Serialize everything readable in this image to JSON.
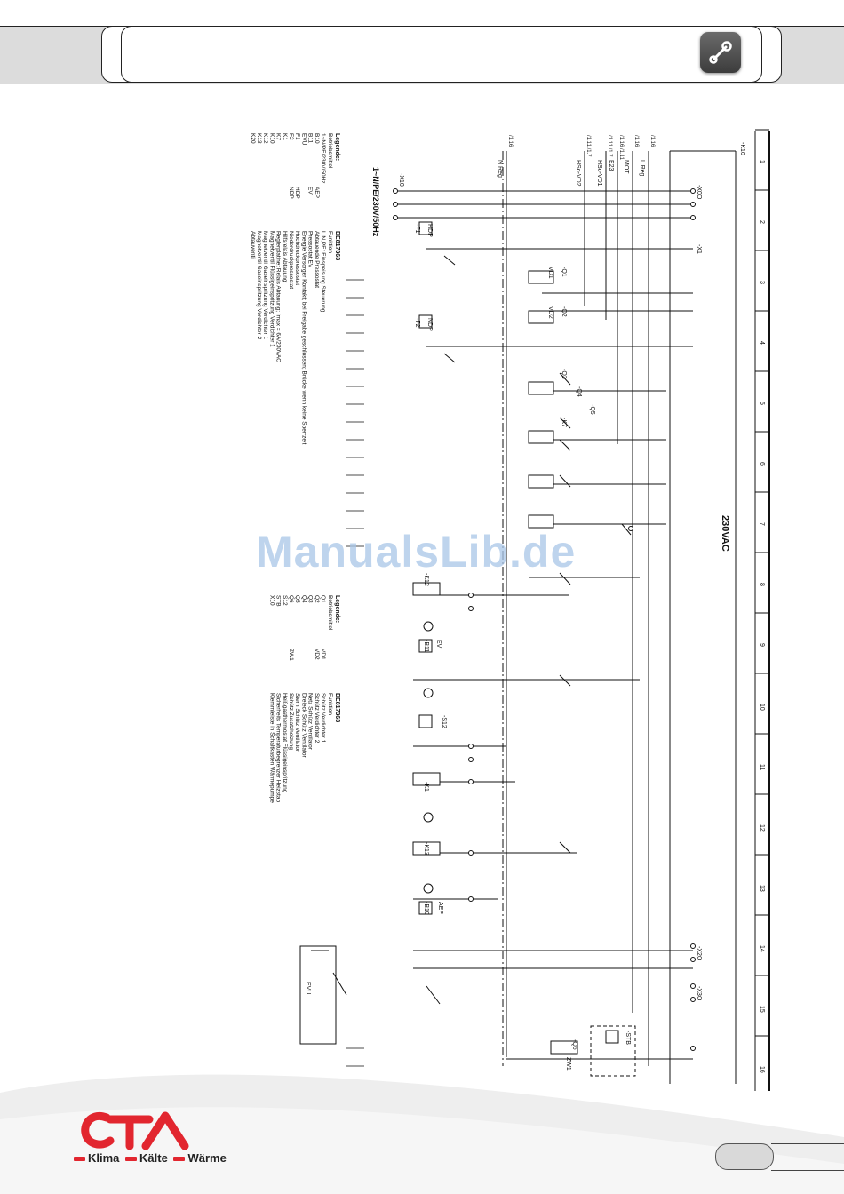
{
  "header": {
    "tool_icon": "wrench-icon"
  },
  "voltage_label": "230VAC",
  "columns": [
    "1",
    "2",
    "3",
    "4",
    "5",
    "6",
    "7",
    "8",
    "9",
    "10",
    "11",
    "12",
    "13",
    "14",
    "15",
    "16"
  ],
  "supply_label": "1~N/PE/230V/50Hz",
  "signals": [
    {
      "ref": "/1.16",
      "name": "N Reg"
    },
    {
      "ref": "/1.11 /1.7",
      "name": "HSo-VD2"
    },
    {
      "ref": "/1.11 /1.7",
      "name": "HSo-VD1"
    },
    {
      "ref": "/1.16 /1.11",
      "name": "E23"
    },
    {
      "ref": "/1.16",
      "name": "MOT"
    },
    {
      "ref": "/1.16",
      "name": "L Reg"
    }
  ],
  "component_labels": [
    "-K10",
    "-X0O",
    "-X1",
    "-X10",
    "-F1",
    "-F2",
    "HDP",
    "NDP",
    "-Q1",
    "-Q2",
    "VD1",
    "VD2",
    "-Q3",
    "-Q4",
    "-Q5",
    "-K7",
    "-K12",
    "-B11",
    "EV",
    "-S12",
    "-K1",
    "-K13",
    "-B10",
    "AEP",
    "-X2O",
    "-X3O",
    "-STB",
    "-Q6",
    "ZW1",
    "EVU"
  ],
  "legend_left": {
    "heading": "Legende:",
    "subheading": "Betriebsmittel",
    "doc_no": "DE817363",
    "function_heading": "Funktion",
    "rows": [
      {
        "ref": "1~N/PE/230V/50Hz",
        "code": "",
        "function": "L,N,PE: Einspeisung Steuerung"
      },
      {
        "ref": "B10",
        "code": "AEP",
        "function": "Abtauende Pressostat"
      },
      {
        "ref": "B11",
        "code": "EV",
        "function": "Pressostat EV"
      },
      {
        "ref": "EVU",
        "code": "",
        "function": "Energie Versorger Kontakt; bei Freigabe geschlossen; Brücke wenn keine Sperrzeit"
      },
      {
        "ref": "F1",
        "code": "HDP",
        "function": "Hochdruckpressostat"
      },
      {
        "ref": "F2",
        "code": "NDP",
        "function": "Niederdruckpressostat"
      },
      {
        "ref": "K1",
        "code": "",
        "function": "Hilfsrelais Abtauung"
      },
      {
        "ref": "K7",
        "code": "",
        "function": "Reglerplatine: Relais Abtauung; Imax = 6A/230VAC"
      },
      {
        "ref": "K10",
        "code": "",
        "function": "Magnetventil Flüssigeinspritzung Verdichter 1"
      },
      {
        "ref": "K12",
        "code": "",
        "function": "Magnetventil Gaseinspritzung Verdichter 1"
      },
      {
        "ref": "K13",
        "code": "",
        "function": "Magnetventil Gaseinspritzung Verdichter 2"
      },
      {
        "ref": "K20",
        "code": "",
        "function": "Abtauventil"
      }
    ]
  },
  "legend_right": {
    "heading": "Legende:",
    "subheading": "Betriebsmittel",
    "doc_no": "DE817363",
    "function_heading": "Funktion",
    "rows": [
      {
        "ref": "Q1",
        "code": "VD1",
        "function": "Schütz Verdichter 1"
      },
      {
        "ref": "Q2",
        "code": "VD2",
        "function": "Schütz Verdichter 2"
      },
      {
        "ref": "Q3",
        "code": "",
        "function": "Netz Schütz Ventilator"
      },
      {
        "ref": "Q4",
        "code": "",
        "function": "Dreieck Schütz Ventilator"
      },
      {
        "ref": "Q5",
        "code": "",
        "function": "Stern Schütz Ventilator"
      },
      {
        "ref": "Q6",
        "code": "ZW1",
        "function": "Schütz Zusatzheizung"
      },
      {
        "ref": "S12",
        "code": "",
        "function": "Heißgasthermostat Flüssigeinspritzung"
      },
      {
        "ref": "STB",
        "code": "",
        "function": "Sicherheits Temperaturbegrenzer Heizstab"
      },
      {
        "ref": "X10",
        "code": "",
        "function": "Klemmleiste in Schaltkasten Wärmepumpe"
      }
    ]
  },
  "watermark": "ManualsLib.de",
  "footer": {
    "logo_text": "CTA",
    "tagline": [
      "Klima",
      "Kälte",
      "Wärme"
    ]
  }
}
